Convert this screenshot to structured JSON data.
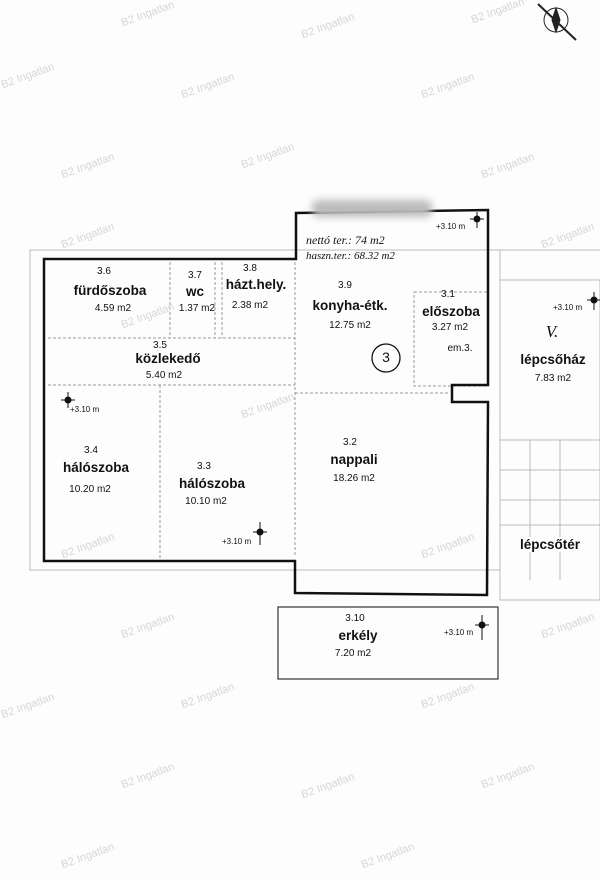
{
  "totals": {
    "net_area": "nettó ter.: 74 m2",
    "usable_area": "haszn.ter.: 68.32 m2"
  },
  "floor_marker": "3",
  "level_marks": [
    "+3.10 m",
    "+3.10 m",
    "+3.10 m",
    "+3.10 m",
    "+3.10 m"
  ],
  "rooms": [
    {
      "num": "3.6",
      "name": "fürdőszoba",
      "area": "4.59 m2"
    },
    {
      "num": "3.7",
      "name": "wc",
      "area": "1.37 m2"
    },
    {
      "num": "3.8",
      "name": "házt.hely.",
      "area": "2.38 m2"
    },
    {
      "num": "3.9",
      "name": "konyha-étk.",
      "area": "12.75 m2"
    },
    {
      "num": "3.1",
      "name": "előszoba",
      "area": "3.27 m2",
      "note": "em.3."
    },
    {
      "num": "3.5",
      "name": "közlekedő",
      "area": "5.40 m2"
    },
    {
      "num": "3.4",
      "name": "hálószoba",
      "area": "10.20 m2"
    },
    {
      "num": "3.3",
      "name": "hálószoba",
      "area": "10.10 m2"
    },
    {
      "num": "3.2",
      "name": "nappali",
      "area": "18.26 m2"
    },
    {
      "num": "3.10",
      "name": "erkély",
      "area": "7.20 m2"
    }
  ],
  "stair": {
    "block": "V.",
    "name": "lépcsőház",
    "area": "7.83 m2",
    "landing": "lépcsőtér"
  },
  "watermark": "B2 Ingatlan"
}
